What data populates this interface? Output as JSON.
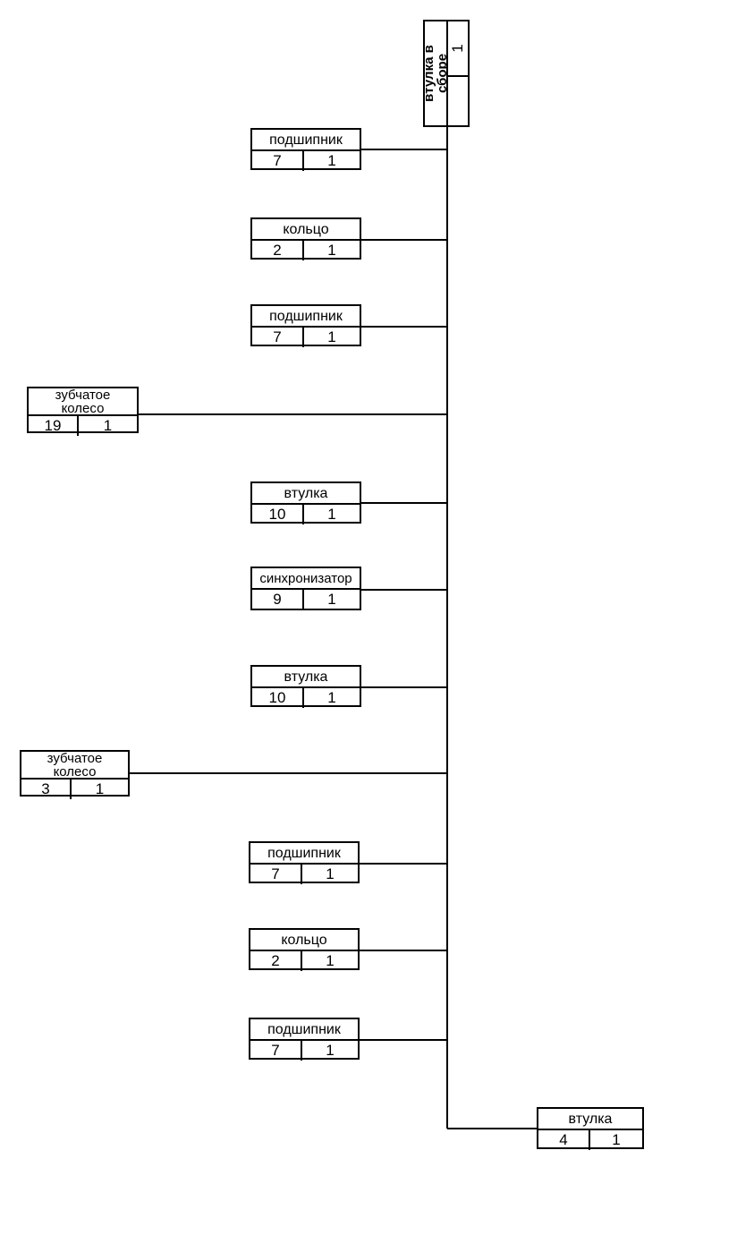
{
  "diagram": {
    "type": "bill-of-materials-tree",
    "orientation": "vertical-trunk-left-branches",
    "root": {
      "name": "втулка в сборе",
      "name_lines": "втулка в\nсборе",
      "quantity": "1"
    },
    "nodes": [
      {
        "id": "n1",
        "name": "подшипник",
        "code": "7",
        "quantity": "1"
      },
      {
        "id": "n2",
        "name": "кольцо",
        "code": "2",
        "quantity": "1"
      },
      {
        "id": "n3",
        "name": "подшипник",
        "code": "7",
        "quantity": "1"
      },
      {
        "id": "n4",
        "name": "зубчатое колесо",
        "name_lines": "зубчатое\nколесо",
        "code": "19",
        "quantity": "1"
      },
      {
        "id": "n5",
        "name": "втулка",
        "code": "10",
        "quantity": "1"
      },
      {
        "id": "n6",
        "name": "синхронизатор",
        "code": "9",
        "quantity": "1"
      },
      {
        "id": "n7",
        "name": "втулка",
        "code": "10",
        "quantity": "1"
      },
      {
        "id": "n8",
        "name": "зубчатое колесо",
        "name_lines": "зубчатое\nколесо",
        "code": "3",
        "quantity": "1"
      },
      {
        "id": "n9",
        "name": "подшипник",
        "code": "7",
        "quantity": "1"
      },
      {
        "id": "n10",
        "name": "кольцо",
        "code": "2",
        "quantity": "1"
      },
      {
        "id": "n11",
        "name": "подшипник",
        "code": "7",
        "quantity": "1"
      },
      {
        "id": "n12",
        "name": "втулка",
        "code": "4",
        "quantity": "1"
      }
    ],
    "colors": {
      "line": "#000000",
      "background": "#ffffff",
      "text": "#000000"
    }
  }
}
